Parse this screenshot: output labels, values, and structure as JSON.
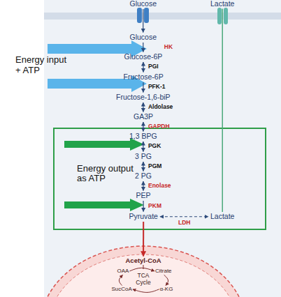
{
  "diagram": {
    "nodes": [
      {
        "text": [
          "Glucose"
        ]
      },
      {
        "text": [
          "Lactate"
        ]
      },
      {
        "text": [
          "Glucose"
        ]
      },
      {
        "text": [
          "Glucose-6P"
        ]
      },
      {
        "text": [
          "Fructose-6P"
        ]
      },
      {
        "text": [
          "Fructose-1,6-biP"
        ]
      },
      {
        "text": [
          "GA3P"
        ]
      },
      {
        "text": [
          "Energy output as ATP"
        ]
      },
      {
        "text": [
          "1,3 BPG"
        ],
        "in": 7
      },
      {
        "text": [
          "3 PG"
        ],
        "in": 7
      },
      {
        "text": [
          "2 PG"
        ],
        "in": 7
      },
      {
        "text": [
          "PEP"
        ],
        "in": 7
      },
      {
        "text": [
          "Pyruvate"
        ],
        "in": 7
      },
      {
        "text": [
          "Lactate"
        ],
        "in": 7
      },
      {
        "text": []
      },
      {
        "text": [
          "Acetyl-CoA"
        ],
        "in": 14
      },
      {
        "text": [
          "OAA"
        ],
        "in": 14
      },
      {
        "text": [
          "Citrate"
        ],
        "in": 14
      },
      {
        "text": [
          "SucCoA"
        ],
        "in": 14
      },
      {
        "text": [
          "α-KG"
        ],
        "in": 14
      }
    ],
    "edges": [
      {
        "from": 0,
        "to": 2,
        "arrow": "to"
      },
      {
        "from": 2,
        "to": 3,
        "label": "HK",
        "arrow": "to"
      },
      {
        "from": 3,
        "to": 4,
        "label": "PGI",
        "arrow": "both"
      },
      {
        "from": 4,
        "to": 5,
        "label": "PFK-1",
        "arrow": "to"
      },
      {
        "from": 5,
        "to": 6,
        "label": "Aldolase",
        "arrow": "both"
      },
      {
        "from": 6,
        "to": 8,
        "label": "GAPDH",
        "arrow": "both"
      },
      {
        "from": 8,
        "to": 9,
        "label": "PGK",
        "arrow": "both"
      },
      {
        "from": 9,
        "to": 10,
        "label": "PGM",
        "arrow": "both"
      },
      {
        "from": 10,
        "to": 11,
        "label": "Enolase",
        "arrow": "both"
      },
      {
        "from": 11,
        "to": 12,
        "label": "PKM",
        "arrow": "to"
      },
      {
        "from": 12,
        "to": 13,
        "label": "LDH",
        "arrow": "both"
      },
      {
        "from": 13,
        "to": 1,
        "arrow": "none"
      },
      {
        "from": 12,
        "to": 15,
        "arrow": "to"
      },
      {
        "from": 16,
        "to": 17,
        "arrow": "to"
      },
      {
        "from": 17,
        "to": 19,
        "arrow": "to"
      },
      {
        "from": 19,
        "to": 18,
        "arrow": "to"
      },
      {
        "from": 18,
        "to": 16,
        "arrow": "to"
      }
    ],
    "labels": [
      "Energy input + ATP",
      "TCA Cycle"
    ]
  }
}
